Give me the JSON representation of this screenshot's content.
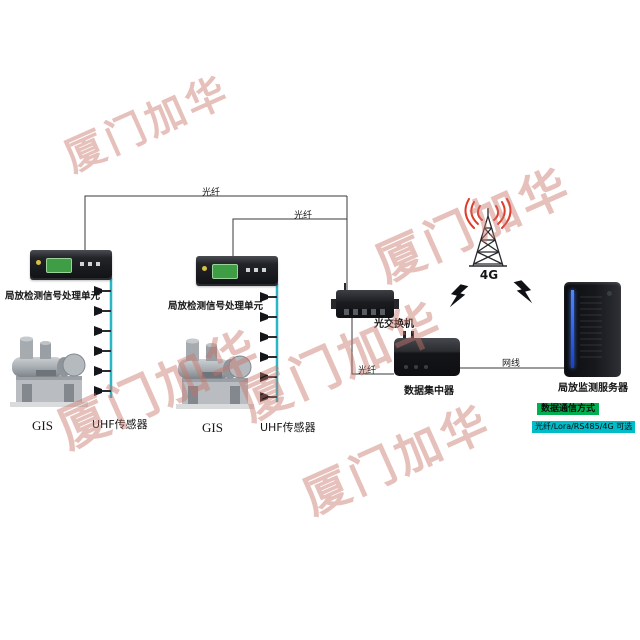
{
  "watermark": {
    "text": "厦门加华",
    "color": "#c87369"
  },
  "connections": {
    "fiber_top_left": "光纤",
    "fiber_top_right": "光纤",
    "fiber_switch": "光纤",
    "network_cable": "网线"
  },
  "devices": {
    "pd_unit_1": {
      "label": "局放检测信号处理单元"
    },
    "pd_unit_2": {
      "label": "局放检测信号处理单元"
    },
    "gis_1": {
      "label": "GIS"
    },
    "gis_2": {
      "label": "GIS"
    },
    "uhf_sensors_1": {
      "label": "UHF传感器"
    },
    "uhf_sensors_2": {
      "label": "UHF传感器"
    },
    "optical_switch": {
      "label": "光交换机"
    },
    "data_concentrator": {
      "label": "数据集中器"
    },
    "antenna_4g": {
      "label": "4G"
    },
    "server": {
      "label": "局放监测服务器"
    }
  },
  "note": {
    "line1": "数据通信方式",
    "line2": "光纤/Lora/RS485/4G 可选",
    "line1_bg": "#00b050",
    "line2_bg": "#00bcc8"
  },
  "colors": {
    "sensor_bus": "#29b6c6",
    "connection_line": "#3a3a3a",
    "wave_red": "#e23a2a"
  }
}
